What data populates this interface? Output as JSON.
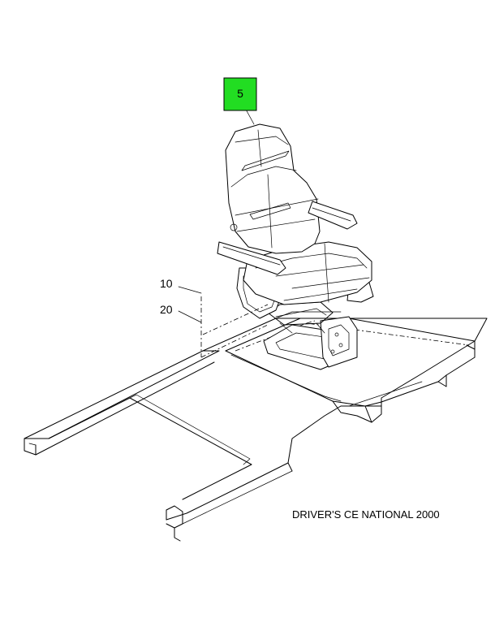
{
  "callouts": {
    "seat": "5",
    "part_10": "10",
    "part_20": "20"
  },
  "caption": "DRIVER'S CE NATIONAL 2000",
  "colors": {
    "highlight": "#22dd22",
    "line": "#000000",
    "background": "#ffffff"
  }
}
